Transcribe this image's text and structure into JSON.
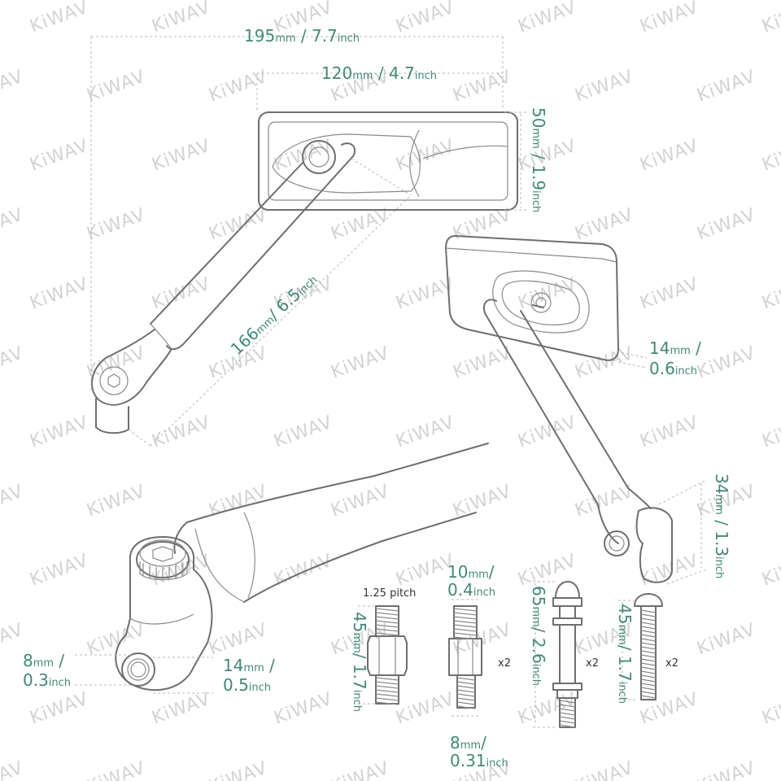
{
  "watermark": "KiWAV",
  "dimensions": {
    "overall_width": {
      "value": "195",
      "unit": "mm",
      "sep": " / ",
      "alt": "7.7",
      "alt_unit": "inch"
    },
    "mirror_width": {
      "value": "120",
      "unit": "mm",
      "sep": " / ",
      "alt": "4.7",
      "alt_unit": "inch"
    },
    "mirror_height": {
      "value": "50",
      "unit": "mm",
      "sep": " / ",
      "alt": "1.9",
      "alt_unit": "inch"
    },
    "arm_length": {
      "value": "166",
      "unit": "mm",
      "sep": "/ ",
      "alt": "6.5",
      "alt_unit": "inch"
    },
    "mirror_depth": {
      "value": "14",
      "unit": "mm",
      "sep": " /",
      "alt": "0.6",
      "alt_unit": "inch"
    },
    "mount_height": {
      "value": "34",
      "unit": "mm",
      "sep": " / ",
      "alt": "1.3",
      "alt_unit": "inch"
    },
    "bore": {
      "value": "8",
      "unit": "mm",
      "sep": " /",
      "alt": "0.3",
      "alt_unit": "inch"
    },
    "mount_thickness": {
      "value": "14",
      "unit": "mm",
      "sep": " /",
      "alt": "0.5",
      "alt_unit": "inch"
    },
    "bolt1_length": {
      "value": "45",
      "unit": "mm",
      "sep": "/ ",
      "alt": "1.7",
      "alt_unit": "inch"
    },
    "adapter_top": {
      "value": "10",
      "unit": "mm",
      "sep": "/",
      "alt": "0.4",
      "alt_unit": "inch"
    },
    "adapter_bottom": {
      "value": "8",
      "unit": "mm",
      "sep": "/",
      "alt": "0.31",
      "alt_unit": "inch"
    },
    "long_bolt": {
      "value": "65",
      "unit": "mm",
      "sep": "/ ",
      "alt": "2.6",
      "alt_unit": "inch"
    },
    "screw_length": {
      "value": "45",
      "unit": "mm",
      "sep": "/ ",
      "alt": "1.7",
      "alt_unit": "inch"
    }
  },
  "notes": {
    "pitch": "1.25 pitch",
    "qty_adapter": "x2",
    "qty_long_bolt": "x2",
    "qty_screw": "x2"
  }
}
